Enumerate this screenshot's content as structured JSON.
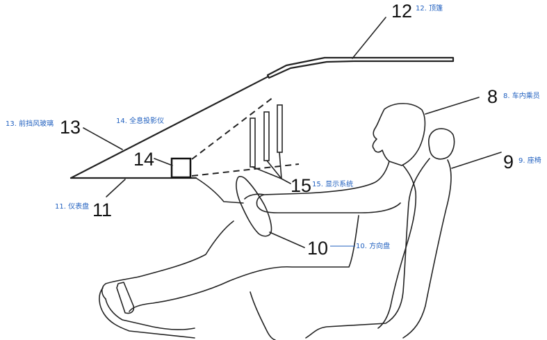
{
  "colors": {
    "annotation": "#1f5fbf",
    "line": "#222222",
    "number": "#111111"
  },
  "parts": {
    "n12": {
      "number": "12",
      "label": "12. 顶篷"
    },
    "n8": {
      "number": "8",
      "label": "8. 车内乘员"
    },
    "n9": {
      "number": "9",
      "label": "9. 座椅"
    },
    "n13": {
      "number": "13",
      "label": "13. 前挡风玻璃"
    },
    "n14": {
      "number": "14",
      "label": "14. 全息投影仪"
    },
    "n15": {
      "number": "15",
      "label": "15. 显示系统"
    },
    "n11": {
      "number": "11",
      "label": "11. 仪表盘"
    },
    "n10": {
      "number": "10",
      "label": "10. 方向盘"
    }
  }
}
